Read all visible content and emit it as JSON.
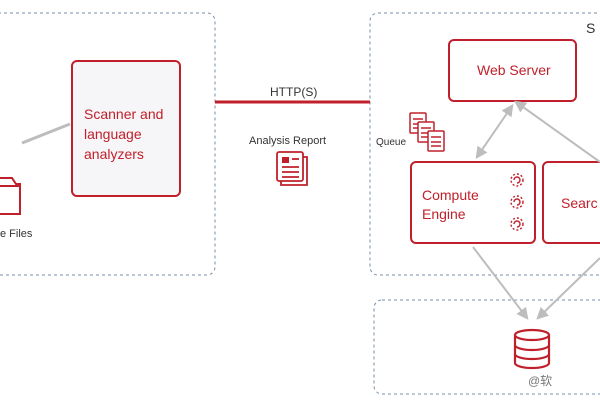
{
  "diagram": {
    "colors": {
      "accent": "#c0202b",
      "border": "#7a8fa8",
      "arrow": "#bdbdbd",
      "text": "#333333"
    },
    "source_files_label": "e Files",
    "scanner_label": "Scanner and language analyzers",
    "http_label": "HTTP(S)",
    "analysis_report_label": "Analysis Report",
    "queue_label": "Queue",
    "web_server_label": "Web Server",
    "compute_engine_label": "Compute Engine",
    "search_label": "Searc",
    "server_container_label": "S",
    "watermark": "@软"
  }
}
